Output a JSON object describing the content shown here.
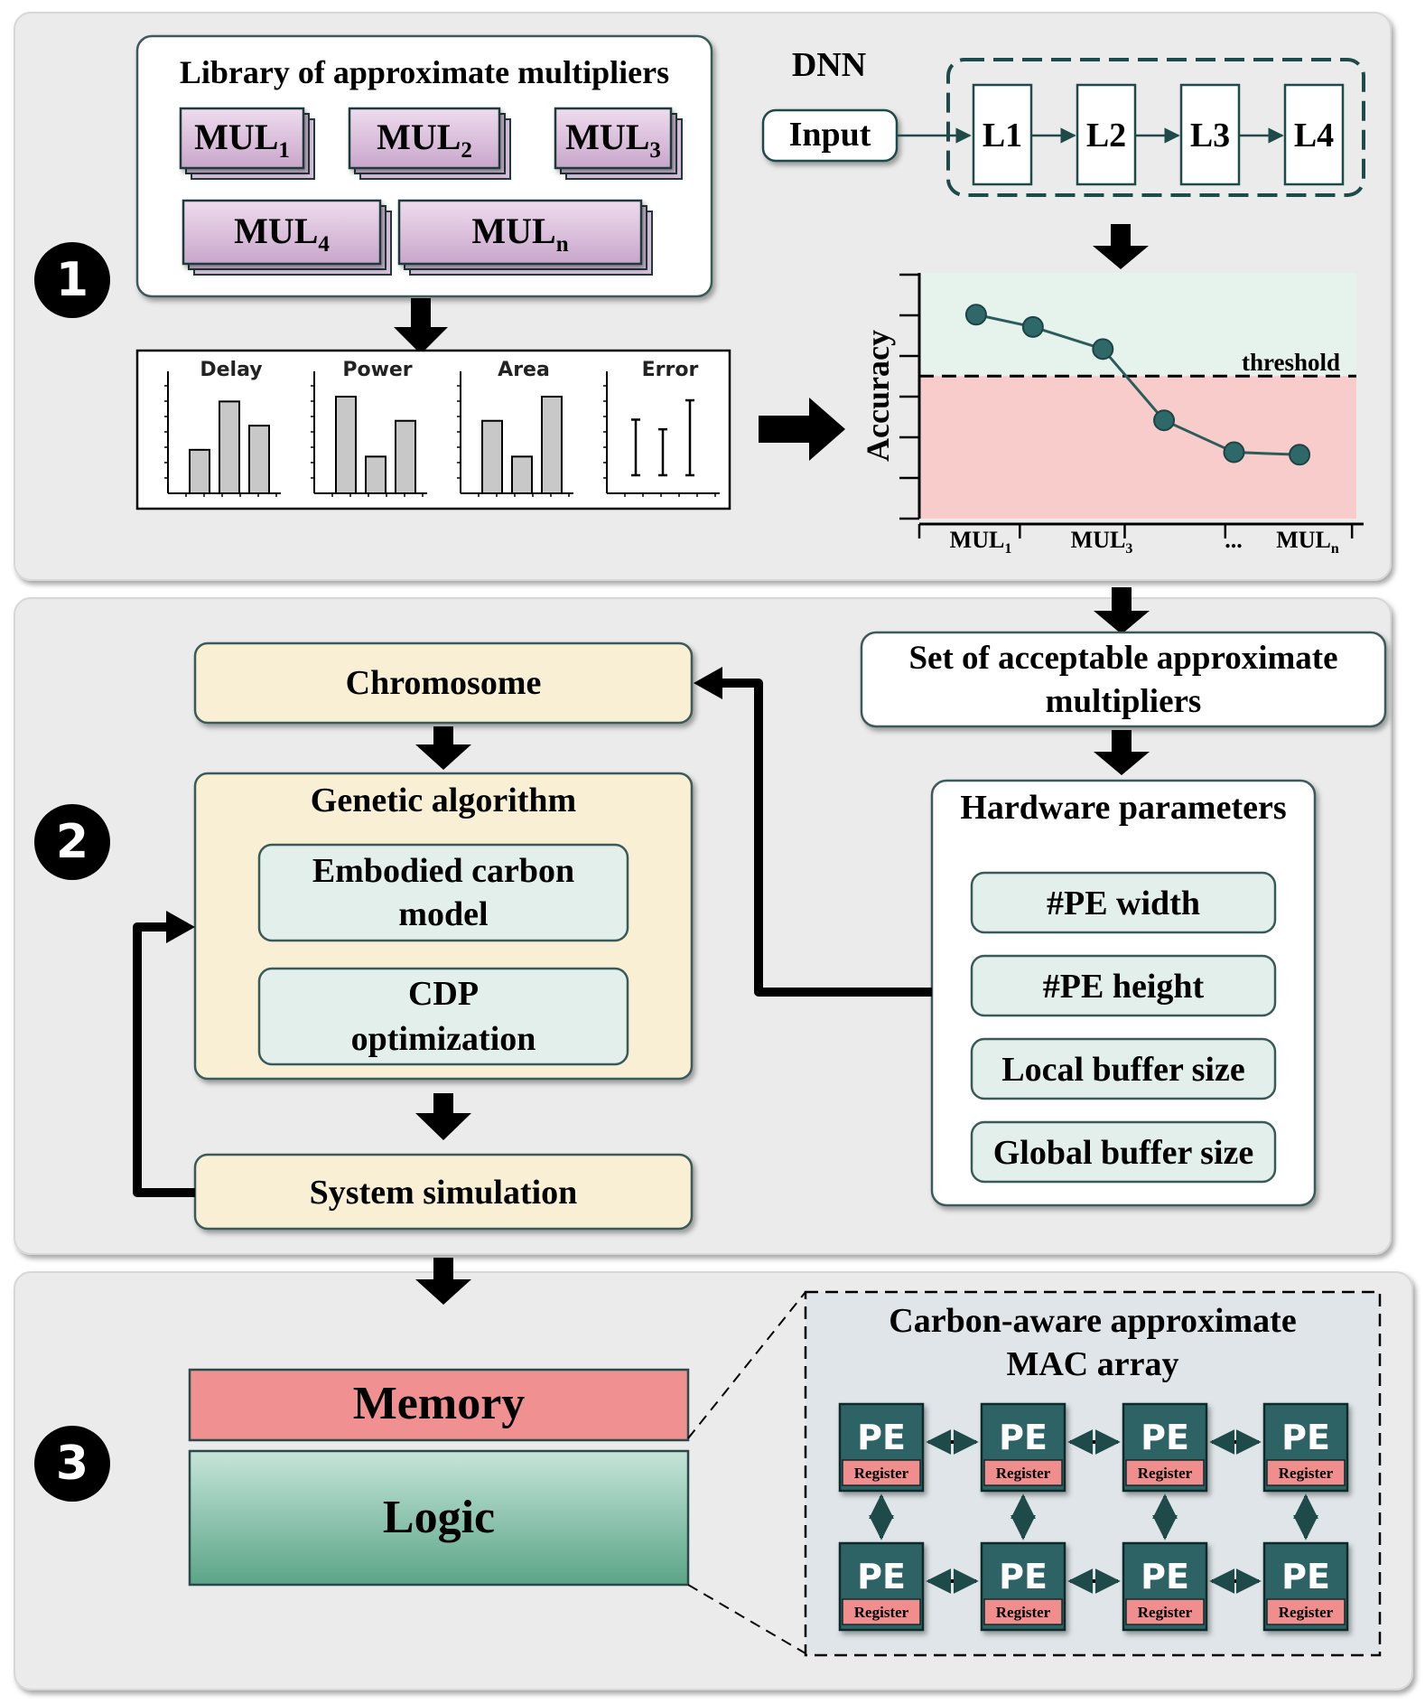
{
  "steps": [
    "1",
    "2",
    "3"
  ],
  "library": {
    "title": "Library of approximate multipliers",
    "multipliers": [
      {
        "base": "MUL",
        "sub": "1"
      },
      {
        "base": "MUL",
        "sub": "2"
      },
      {
        "base": "MUL",
        "sub": "3"
      },
      {
        "base": "MUL",
        "sub": "4"
      },
      {
        "base": "MUL",
        "sub": "n"
      }
    ]
  },
  "metrics": {
    "panels": [
      {
        "label": "Delay",
        "kind": "bar",
        "values": [
          0.45,
          0.95,
          0.7
        ]
      },
      {
        "label": "Power",
        "kind": "bar",
        "values": [
          1.0,
          0.38,
          0.75
        ]
      },
      {
        "label": "Area",
        "kind": "bar",
        "values": [
          0.75,
          0.38,
          1.0
        ]
      },
      {
        "label": "Error",
        "kind": "errorbar",
        "values": [
          0.65,
          0.55,
          0.85
        ]
      }
    ]
  },
  "dnn": {
    "title": "DNN",
    "input": "Input",
    "layers": [
      "L1",
      "L2",
      "L3",
      "L4"
    ]
  },
  "chart_data": {
    "type": "line",
    "ylabel": "Accuracy",
    "threshold_label": "threshold",
    "threshold": 0.58,
    "ylim": [
      0,
      1
    ],
    "tick_labels": [
      {
        "base": "MUL",
        "sub": "1"
      },
      {
        "base": "MUL",
        "sub": "3"
      },
      {
        "base": "...",
        "sub": ""
      },
      {
        "base": "MUL",
        "sub": "n"
      }
    ],
    "points": [
      {
        "x": 0.13,
        "y": 0.83
      },
      {
        "x": 0.26,
        "y": 0.78
      },
      {
        "x": 0.42,
        "y": 0.69
      },
      {
        "x": 0.56,
        "y": 0.4
      },
      {
        "x": 0.72,
        "y": 0.27
      },
      {
        "x": 0.87,
        "y": 0.26
      }
    ],
    "colors": {
      "acceptable": "#e6f3ec",
      "rejected": "#f9cccc",
      "line": "#2b5c5c",
      "point": "#2e6868"
    }
  },
  "acceptable_set": {
    "line1": "Set of acceptable approximate",
    "line2": "multipliers"
  },
  "ga": {
    "chromosome": "Chromosome",
    "title": "Genetic algorithm",
    "carbon_model": {
      "line1": "Embodied carbon",
      "line2": "model"
    },
    "cdp": {
      "line1": "CDP",
      "line2": "optimization"
    },
    "simulation": "System simulation"
  },
  "hardware": {
    "title": "Hardware parameters",
    "params": [
      "#PE width",
      "#PE height",
      "Local buffer size",
      "Global buffer size"
    ]
  },
  "system": {
    "memory": "Memory",
    "logic": "Logic"
  },
  "mac": {
    "title_line1": "Carbon-aware approximate",
    "title_line2": "MAC array",
    "pe_label": "PE",
    "register_label": "Register",
    "rows": 2,
    "cols": 4
  },
  "colors": {
    "section_bg": "#ebebeb",
    "mul_fill": "#dcc1dc",
    "ga_fill": "#f8efd4",
    "param_fill": "#e3efea",
    "memory": "#f09090",
    "logic_top": "#bfe0d3",
    "logic_bottom": "#5fa88d",
    "pe": "#2f6466",
    "register": "#f08e8e",
    "mac_bg": "#dfe5e8"
  }
}
